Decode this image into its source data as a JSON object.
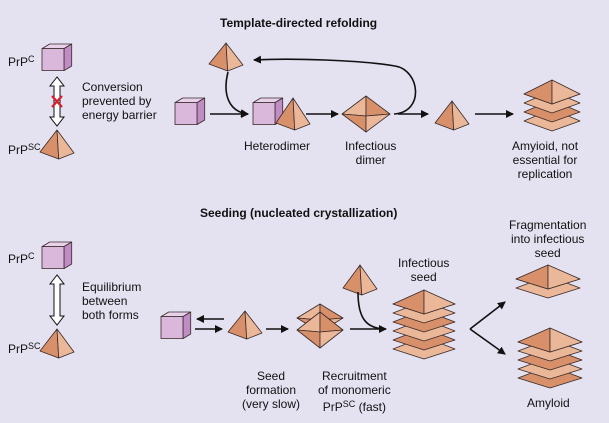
{
  "colors": {
    "background": "#e4e1f0",
    "cube_front": "#d9b8dc",
    "cube_top": "#e8d2ea",
    "cube_side": "#c08cc4",
    "pyramid_left": "#d7906a",
    "pyramid_right": "#eab898",
    "outline": "#3a2a2a",
    "blocked_x": "#d6202a"
  },
  "top_panel": {
    "title": "Template-directed refolding",
    "prpc_label": "PrP",
    "prpc_sup": "C",
    "prpsc_label": "PrP",
    "prpsc_sup": "SC",
    "conversion_note": [
      "Conversion",
      "prevented by",
      "energy barrier"
    ],
    "heterodimer_label": "Heterodimer",
    "infectious_dimer_label": [
      "Infectious",
      "dimer"
    ],
    "amyloid_label": [
      "Amyioid, not",
      "essential for",
      "replication"
    ]
  },
  "bottom_panel": {
    "title": "Seeding (nucleated crystallization)",
    "prpc_label": "PrP",
    "prpc_sup": "C",
    "prpsc_label": "PrP",
    "prpsc_sup": "SC",
    "equilibrium_note": [
      "Equilibrium",
      "between",
      "both forms"
    ],
    "seed_formation_label": [
      "Seed",
      "formation",
      "(very slow)"
    ],
    "recruitment_label": [
      "Recruitment",
      "of monomeric"
    ],
    "recruitment_prp": "PrP",
    "recruitment_sup": "SC",
    "recruitment_suffix": " (fast)",
    "infectious_seed_label": [
      "Infectious",
      "seed"
    ],
    "fragmentation_label": [
      "Fragmentation",
      "into infectious",
      "seed"
    ],
    "amyloid_label": "Amyloid"
  }
}
